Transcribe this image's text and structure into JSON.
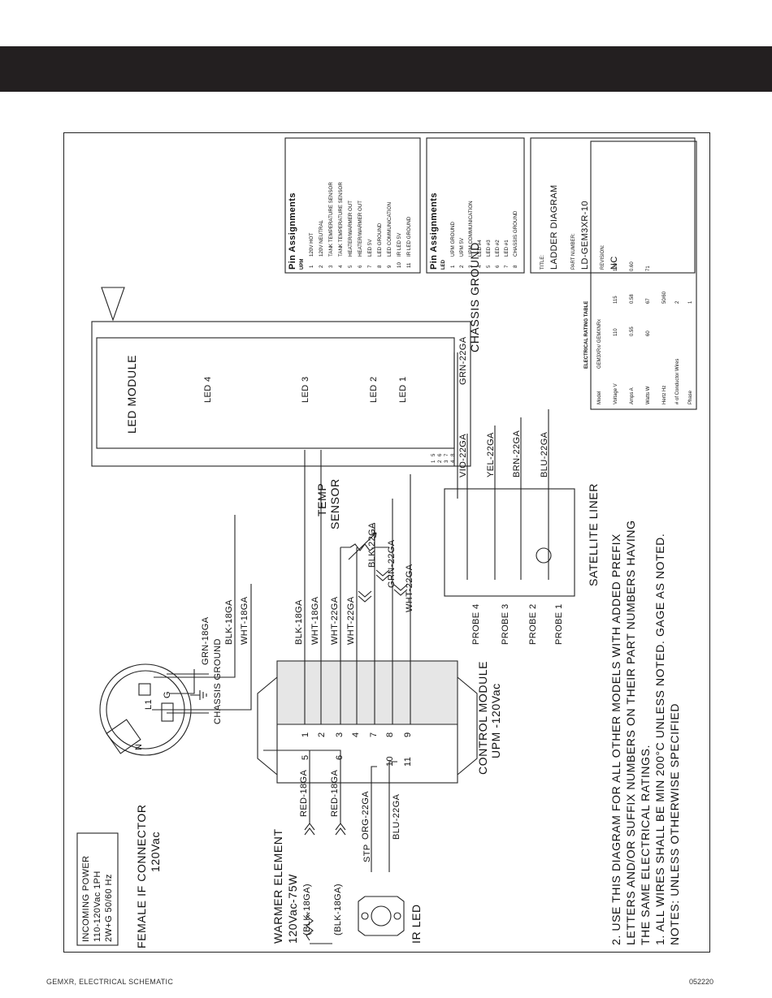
{
  "incoming_power": [
    "INCOMING POWER",
    "110-120Vac 1PH",
    "2W+G 50/60 Hz"
  ],
  "female_connector": [
    "FEMALE IF CONNECTOR",
    "120Vac"
  ],
  "connector_pins": {
    "l1": "L1",
    "n": "N",
    "g": "G"
  },
  "chassis_ground_1": "CHASSIS GROUND",
  "chassis_ground_2": "CHASSIS GROUND",
  "grn_18ga": "GRN-18GA",
  "wht_18ga": "WHT-18GA",
  "blk_18ga": "BLK-18GA",
  "warmer_element": [
    "WARMER ELEMENT",
    "120Vac-75W"
  ],
  "blk_18ga_paren": "(BLK-18GA)",
  "red_18ga": "RED-18GA",
  "stp": "STP",
  "org_22ga": "ORG-22GA",
  "blu_22ga": "BLU-22GA",
  "ir_led": "IR LED",
  "control_module": [
    "CONTROL MODULE",
    "UPM  -120Vac"
  ],
  "cm_pins": {
    "p5": "5",
    "p1": "1",
    "p2": "2",
    "p3": "3",
    "p6": "6",
    "p4": "4",
    "p7": "7",
    "p10": "10",
    "p8": "8",
    "p11": "11",
    "p9": "9"
  },
  "wire_blk_18ga": "BLK-18GA",
  "wire_wht_18ga": "WHT-18GA",
  "wire_wht_22ga_a": "WHT-22GA",
  "wire_wht_22ga_b": "WHT-22GA",
  "temp_sensor": [
    "TEMP",
    "SENSOR"
  ],
  "blk_22ga": "BLK-22GA",
  "grn_22ga": "GRN-22GA",
  "wht_22ga": "WHT-22GA",
  "probes": [
    "PROBE 4",
    "PROBE 3",
    "PROBE 2",
    "PROBE 1"
  ],
  "vio_22ga": "VIO-22GA",
  "yel_22ga": "YEL-22GA",
  "brn_22ga": "BRN-22GA",
  "blu_22ga_probe": "BLU-22GA",
  "satellite_liner": "SATELLITE LINER",
  "led_module": "LED MODULE",
  "leds": [
    "LED 4",
    "LED 3",
    "LED 2",
    "LED 1"
  ],
  "led_pins": [
    "1",
    "2",
    "3",
    "4",
    "5",
    "6",
    "7",
    "8"
  ],
  "grn_22ga_ground": "GRN-22GA",
  "notes": {
    "title": "NOTES: UNLESS OTHERWISE SPECIFIED",
    "n1": "1.  ALL WIRES SHALL BE MIN 200°C UNLESS NOTED.  GAGE AS NOTED.",
    "n2_lines": [
      "2.  USE THIS DIAGRAM FOR ALL OTHER MODELS WITH ADDED PREFIX",
      "LETTERS AND/OR SUFFIX NUMBERS ON THEIR PART NUMBERS HAVING",
      "THE SAME ELECTRICAL RATINGS."
    ]
  },
  "rating_table": {
    "title": "ELECTRICAL RATING TABLE",
    "headers": [
      "Model",
      "Voltage V",
      "Amps A",
      "Watts W",
      "Hertz Hz",
      "# of Conductor Wires",
      "Phase"
    ],
    "model": "GEM3XRx/ GEMXNRx",
    "rows": [
      {
        "voltage": "110",
        "amps": "0.55",
        "watts": "60"
      },
      {
        "voltage": "115",
        "amps": "0.58",
        "watts": "67"
      },
      {
        "voltage": "120",
        "amps": "0.60",
        "watts": "71"
      }
    ],
    "hertz": "50/60",
    "wires": "2",
    "phase": "1"
  },
  "pin_upm": {
    "title": "Pin Assignments",
    "subtitle": "UPM",
    "rows": [
      {
        "pin": "1",
        "desc": "120V HOT"
      },
      {
        "pin": "2",
        "desc": "120V NEUTRAL"
      },
      {
        "pin": "3",
        "desc": "TANK TEMPERATURE SENSOR"
      },
      {
        "pin": "4",
        "desc": "TANK TEMPERATURE SENSOR"
      },
      {
        "pin": "5",
        "desc": "HEATER/WARMER OUT"
      },
      {
        "pin": "6",
        "desc": "HEATER/WARMER OUT"
      },
      {
        "pin": "7",
        "desc": "LED 5V"
      },
      {
        "pin": "8",
        "desc": "LED GROUND"
      },
      {
        "pin": "9",
        "desc": "LED COMMUNICATION"
      },
      {
        "pin": "10",
        "desc": "IR LED 5V"
      },
      {
        "pin": "11",
        "desc": "IR LED GROUND"
      }
    ]
  },
  "pin_led": {
    "title": "Pin Assignments",
    "subtitle": "LED",
    "rows": [
      {
        "pin": "1",
        "desc": "UPM GROUND"
      },
      {
        "pin": "2",
        "desc": "UPM 5V"
      },
      {
        "pin": "3",
        "desc": "UPM COMMUNICATION"
      },
      {
        "pin": "4",
        "desc": "LED #4"
      },
      {
        "pin": "5",
        "desc": "LED #3"
      },
      {
        "pin": "6",
        "desc": "LED #2"
      },
      {
        "pin": "7",
        "desc": "LED #1"
      },
      {
        "pin": "8",
        "desc": "CHASSIS GROUND"
      }
    ]
  },
  "title_block": {
    "title_label": "TITLE:",
    "title": "LADDER DIAGRAM",
    "part_label": "PART NUMBER:",
    "part_number": "LD-GEM3XR-10",
    "rev_label": "REVISION:",
    "rev": "NC"
  },
  "footer": {
    "left": "GEMXR, ELECTRICAL SCHEMATIC",
    "right": "052220"
  }
}
